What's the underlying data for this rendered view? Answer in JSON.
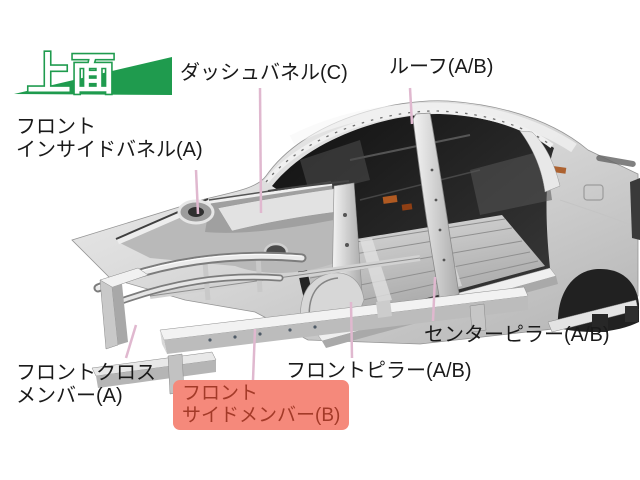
{
  "badge": {
    "text": "上面"
  },
  "labels": {
    "dash_panel": {
      "text": "ダッシュバネル(C)"
    },
    "roof": {
      "text": "ルーフ(A/B)"
    },
    "front_inside_panel": {
      "line1": "フロント",
      "line2": "インサイドバネル(A)"
    },
    "center_pillar": {
      "text": "センターピラー(A/B)"
    },
    "front_pillar": {
      "text": "フロントピラー(A/B)"
    },
    "front_cross_member": {
      "line1": "フロントクロス",
      "line2": "メンバー(A)"
    },
    "front_side_member": {
      "line1": "フロント",
      "line2": "サイドメンバー(B)",
      "highlighted": "true"
    }
  },
  "colors": {
    "banner_green": "#1f9b4e",
    "leader_line": "#e0b8cf",
    "label_text": "#1a1a1a",
    "highlight_background": "#f5897b",
    "highlight_text": "#a33a28"
  }
}
